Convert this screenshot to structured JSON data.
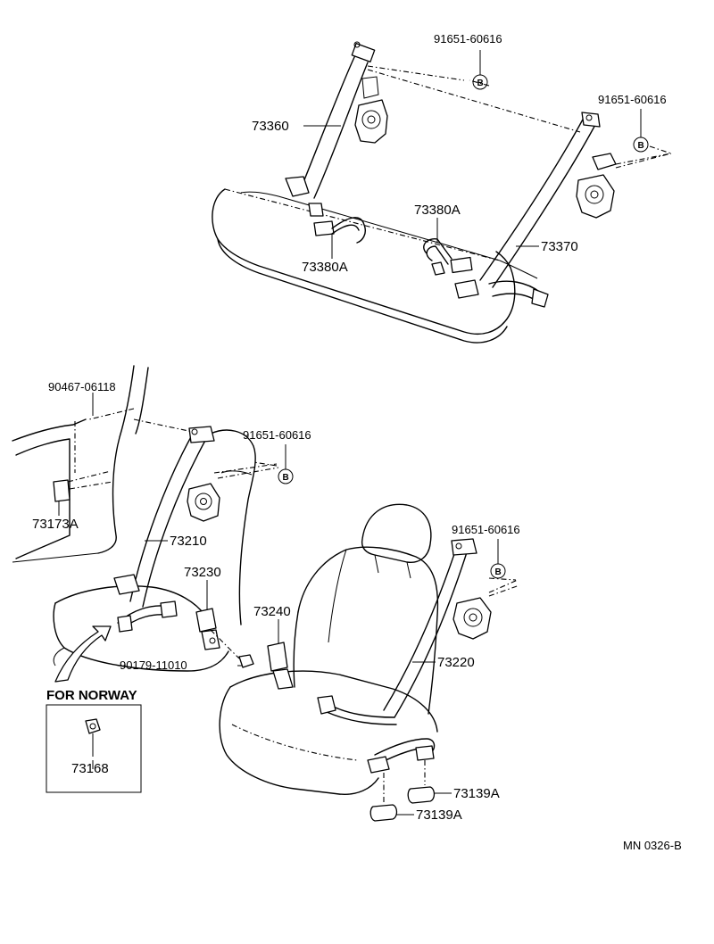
{
  "diagram": {
    "labels": {
      "bolt_rear_left": "91651-60616",
      "bolt_rear_right": "91651-60616",
      "rear_belt_left": "73360",
      "rear_belt_right": "73370",
      "rear_buckle_center": "73380A",
      "rear_buckle_left": "73380A",
      "clip_front": "90467-06118",
      "anchor_cover": "73173A",
      "bolt_front_left": "91651-60616",
      "front_belt_left": "73210",
      "buckle_left": "73230",
      "buckle_right": "73240",
      "front_belt_right": "73220",
      "bolt_front_right": "91651-60616",
      "nut": "90179-11010",
      "cover_upper": "73139A",
      "cover_lower": "73139A",
      "norway_part": "73168",
      "norway_title": "FOR NORWAY",
      "code_marker": "B",
      "diagram_code": "MN 0326-B"
    }
  }
}
